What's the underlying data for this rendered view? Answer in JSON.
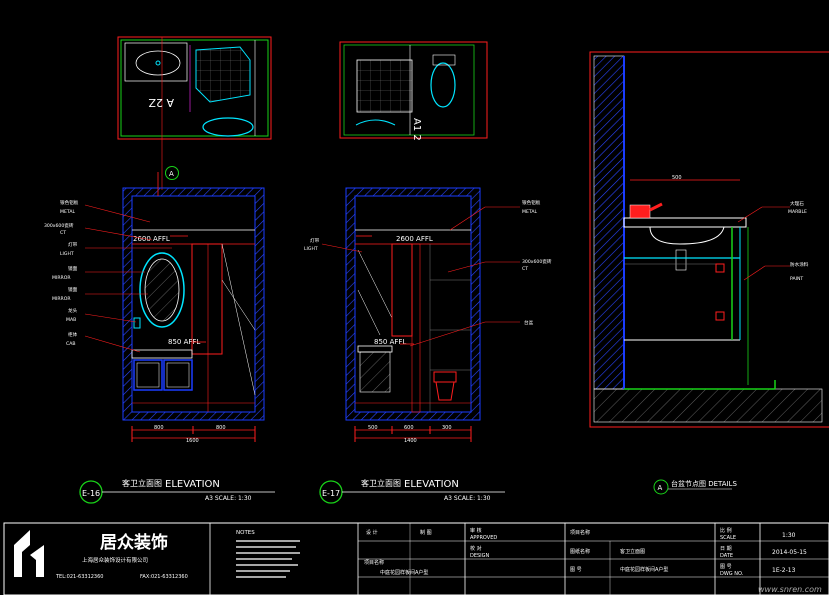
{
  "drawing_1": {
    "height_top": "2600 AFFL",
    "height_mid": "850 AFFL",
    "dim_parts": [
      "800",
      "800"
    ],
    "dim_total": "1600",
    "callouts": [
      {
        "cn": "银色铝板",
        "en": "METAL"
      },
      {
        "cn": "300x600瓷砖",
        "en": "CT"
      },
      {
        "cn": "灯带",
        "en": "LIGHT"
      },
      {
        "cn": "镜面",
        "en": "MIRROR"
      },
      {
        "cn": "镜面",
        "en": "MIRROR"
      },
      {
        "cn": "龙头",
        "en": "MAB"
      },
      {
        "cn": "柜体",
        "en": "CAB"
      }
    ],
    "marker_id": "E-16",
    "title_cn": "客卫立面图",
    "title_en": "ELEVATION",
    "scale": "A3 SCALE: 1:30",
    "section_letter": "A"
  },
  "drawing_2": {
    "height_top": "2600 AFFL",
    "height_mid": "850 AFFL",
    "dim_parts": [
      "500",
      "600",
      "300"
    ],
    "dim_total": "1400",
    "callouts_left": [
      {
        "cn": "灯带",
        "en": "LIGHT"
      }
    ],
    "callouts_right": [
      {
        "cn": "银色铝板",
        "en": "METAL"
      },
      {
        "cn": "300x600瓷砖",
        "en": "CT"
      },
      {
        "cn": "台盆",
        "en": ""
      }
    ],
    "marker_id": "E-17",
    "title_cn": "客卫立面图",
    "title_en": "ELEVATION",
    "scale": "A3 SCALE: 1:30",
    "plan_label": "A1 2"
  },
  "detail": {
    "label": "台盆节点图 DETAILS",
    "marker": "A",
    "dim": "500",
    "callouts": [
      {
        "cn": "大理石",
        "en": "MARBLE"
      },
      {
        "cn": "防水涂料",
        "en": "PAINT"
      }
    ]
  },
  "plan_1_label": "A 2Z",
  "title_block": {
    "logo_text": "居众装饰",
    "company_sub": "上海居众装饰设计有限公司",
    "phone_1": "TEL:021-63312360",
    "phone_2": "FAX:021-63312360",
    "notes_title": "NOTES",
    "cells": {
      "design": "设 计",
      "design_en": "DESIGN",
      "draw": "制 图",
      "check": "校 对",
      "approved": "审 核",
      "approved_en": "APPROVED",
      "project_label": "项目名称",
      "project_value": "中庭花园样板间A户型",
      "drawing_label": "图纸名称",
      "drawing_value": "客卫立面图",
      "scale_label": "比 例",
      "scale_en": "SCALE",
      "scale_value": "1:30",
      "date_label": "日 期",
      "date_en": "DATE",
      "date_value": "2014-05-15",
      "no_label": "图 号",
      "no_en": "DWG NO.",
      "no_value": "1E-2-13"
    }
  },
  "watermark": "www.snren.com",
  "colors": {
    "wall_blue": "#1a3cff",
    "red": "#ff1e1e",
    "cyan": "#00e5ff",
    "green": "#19d219",
    "yellow": "#ffee00",
    "magenta": "#ff2cff",
    "white": "#ffffff"
  }
}
